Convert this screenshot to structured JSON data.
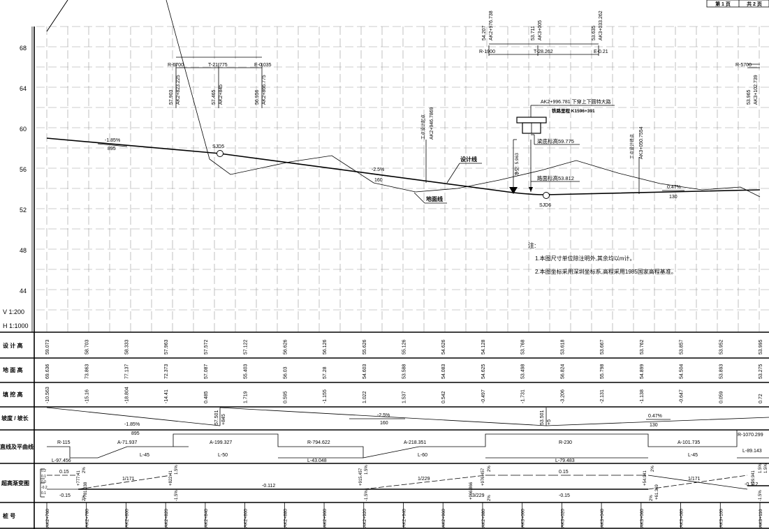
{
  "sheet": {
    "page_label": "第 1 页",
    "total_label": "共 2 页"
  },
  "scale": {
    "vertical": "V 1:200",
    "horizontal": "H 1:1000"
  },
  "y_ticks": [
    "68",
    "64",
    "60",
    "56",
    "52",
    "48",
    "44"
  ],
  "row_labels": {
    "design": "设 计 高",
    "ground": "地 面 高",
    "cut_fill": "填 挖 高",
    "grade": "坡度 / 坡长",
    "alignment": "直线及平曲线",
    "superelevation": "超高渐变图",
    "station": "桩 号"
  },
  "rows": {
    "design": [
      "59.073",
      "58.703",
      "58.333",
      "57.963",
      "57.572",
      "57.122",
      "56.626",
      "56.126",
      "55.626",
      "55.126",
      "54.626",
      "54.128",
      "53.768",
      "53.618",
      "53.667",
      "53.762",
      "53.857",
      "53.952",
      "53.995"
    ],
    "ground": [
      "69.636",
      "73.863",
      "77.137",
      "72.373",
      "57.087",
      "55.403",
      "56.03",
      "57.28",
      "54.603",
      "53.588",
      "54.083",
      "54.625",
      "53.498",
      "56.824",
      "55.798",
      "54.899",
      "54.504",
      "53.893",
      "53.275"
    ],
    "cut_fill": [
      "-10.563",
      "-15.16",
      "-18.804",
      "-14.41",
      "0.485",
      "1.719",
      "0.595",
      "-1.155",
      "1.022",
      "1.537",
      "0.542",
      "-0.497",
      "-1.731",
      "-3.206",
      "-2.131",
      "-1.138",
      "-0.647",
      "0.059",
      "0.72"
    ],
    "stations": [
      "AK2+760",
      "AK2+780",
      "AK2+800",
      "AK2+820",
      "AK2+840",
      "AK2+860",
      "AK2+880",
      "AK2+900",
      "AK2+920",
      "AK2+940",
      "AK2+960",
      "AK2+980",
      "AK3+000",
      "AK3+020",
      "AK3+040",
      "AK3+060",
      "AK3+080",
      "AK3+100",
      "AK3+110"
    ]
  },
  "grade_row": {
    "seg1_grade": "-1.85%",
    "seg1_len": "895",
    "pvi1_elev": "57.501",
    "pvi1_offset": "+845",
    "seg2_grade": "-2.5%",
    "seg2_len": "160",
    "pvi2_elev": "53.501",
    "pvi2_offset": "+5",
    "seg3_grade": "0.47%",
    "seg3_len": "130"
  },
  "alignment_row": {
    "upper": [
      "R-115",
      "A-71.937",
      "A-199.327",
      "R-794.622",
      "A-218.351",
      "R-230",
      "A-101.735",
      "R-1070.299"
    ],
    "lower": [
      "L-97.456",
      "L-45",
      "L-50",
      "L-43.048",
      "L-60",
      "L-79.483",
      "L-45",
      "L-89.143"
    ]
  },
  "super_row": {
    "pct_lines": [
      "0.2",
      "0.1",
      "0.0",
      "-0.2",
      "0.1"
    ],
    "values": [
      "0.15",
      "-0.15",
      "1/171",
      "-0.112",
      "1/229",
      "0.15",
      "-0.15",
      "1/171",
      "-0.112",
      "3/229"
    ],
    "marks": [
      "+777.41",
      "+781.838",
      "+822.41",
      "+915.457",
      "+966.866",
      "+976.457",
      "+54.941",
      "+61.369",
      "+99.941"
    ],
    "pct_marks": [
      "2%",
      "2%",
      "1.5%",
      "-1.5%",
      "-1.5%",
      "1.5%",
      "2%",
      "2%",
      "2%",
      "2%",
      "-1.5%",
      "1.5%",
      "1.5%"
    ]
  },
  "profile": {
    "grade1": "-1.85%",
    "len1": "895",
    "grade2": "-2.5%",
    "len2": "160",
    "grade3": "0.47%",
    "len3": "130",
    "pvi1": "SJD5",
    "pvi2": "SJD6",
    "design_label": "设计线",
    "ground_label": "地面线"
  },
  "vc1": {
    "r": "R-6700",
    "t": "T-21.775",
    "e": "E-0.035",
    "p1": [
      "57.903",
      "AK2+823.225"
    ],
    "p2": [
      "57.465",
      "AK2+845"
    ],
    "p3": [
      "56.956",
      "AK2+866.775"
    ]
  },
  "vc2": {
    "r": "R-1900",
    "t": "T-28.262",
    "e": "E-0.21",
    "p1": [
      "54.207",
      "AK2+976.738"
    ],
    "p2": [
      "53.711",
      "AK3+005"
    ],
    "p3": [
      "53.635",
      "AK3+033.262"
    ]
  },
  "vc3": {
    "r": "R-5700",
    "p1": [
      "53.965",
      "AK3+102.739"
    ]
  },
  "bridge": {
    "title": "AK2+996.781 下穿上下圆特大路",
    "subtitle": "铁路里程 K1596+391",
    "beam_label": "梁底标高59.775",
    "road_label": "路面标高53.812",
    "clear_label": "净空: 5.963"
  },
  "vlabels": {
    "left": [
      "工点设计起点",
      "AK2+946.7869"
    ],
    "right": [
      "工点设计终点",
      "AK3+050.7554"
    ]
  },
  "notes": {
    "title": "注:",
    "n1": "1.本图尺寸单位除注明外,其余均以m计。",
    "n2": "2.本图坐标采用深圳坐标系,高程采用1985国家高程基准。"
  }
}
